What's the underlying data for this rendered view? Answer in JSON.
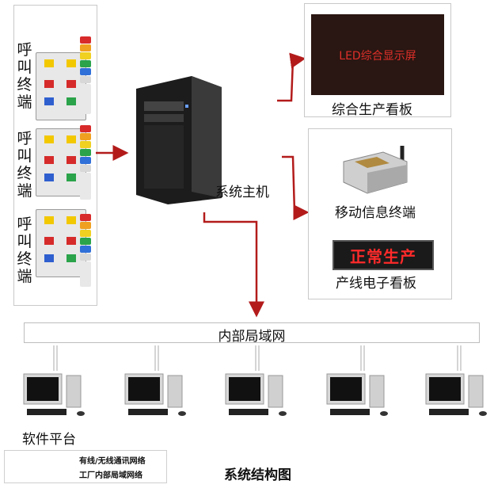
{
  "terminals": [
    {
      "label": "呼叫终端"
    },
    {
      "label": "呼叫终端"
    },
    {
      "label": "呼叫终端"
    }
  ],
  "host_label": "系统主机",
  "led_board": {
    "screen_text": "LED综合显示屏",
    "caption": "综合生产看板"
  },
  "mobile": {
    "caption": "移动信息终端"
  },
  "line_board": {
    "screen_text": "正常生产",
    "caption": "产线电子看板"
  },
  "network": {
    "label": "内部局域网"
  },
  "software": {
    "label": "软件平台"
  },
  "legend": [
    {
      "label": "有线/无线通讯网络",
      "color": "#4aa8d8"
    },
    {
      "label": "工厂内部局域网络",
      "color": "#c4c4c4"
    }
  ],
  "title": "系统结构图",
  "colors": {
    "arrow": "#b31b1b"
  }
}
